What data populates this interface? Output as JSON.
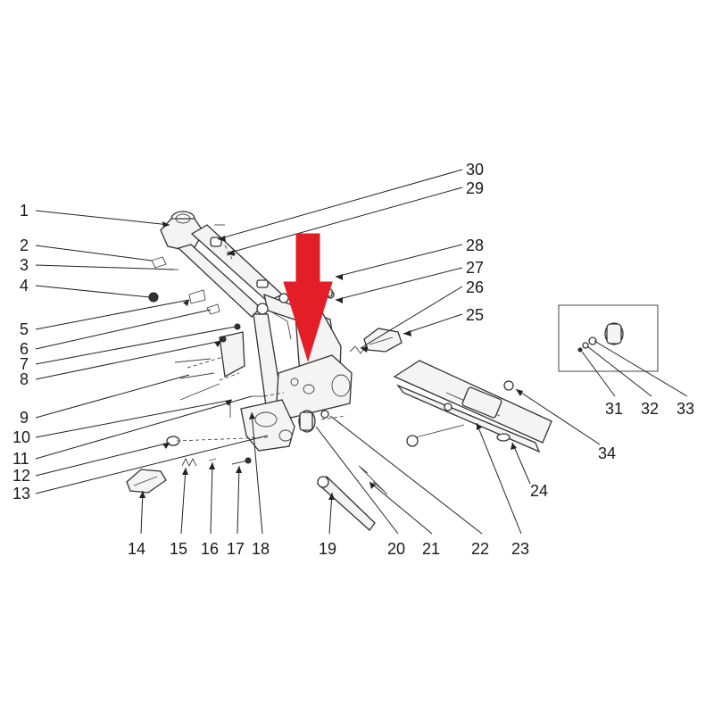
{
  "diagram": {
    "callouts": [
      {
        "id": "1",
        "text": "1"
      },
      {
        "id": "2",
        "text": "2"
      },
      {
        "id": "3",
        "text": "3"
      },
      {
        "id": "4",
        "text": "4"
      },
      {
        "id": "5",
        "text": "5"
      },
      {
        "id": "6",
        "text": "6"
      },
      {
        "id": "7",
        "text": "7"
      },
      {
        "id": "8",
        "text": "8"
      },
      {
        "id": "9",
        "text": "9"
      },
      {
        "id": "10",
        "text": "10"
      },
      {
        "id": "11",
        "text": "11"
      },
      {
        "id": "12",
        "text": "12"
      },
      {
        "id": "13",
        "text": "13"
      },
      {
        "id": "14",
        "text": "14"
      },
      {
        "id": "15",
        "text": "15"
      },
      {
        "id": "16",
        "text": "16"
      },
      {
        "id": "17",
        "text": "17"
      },
      {
        "id": "18",
        "text": "18"
      },
      {
        "id": "19",
        "text": "19"
      },
      {
        "id": "20",
        "text": "20"
      },
      {
        "id": "21",
        "text": "21"
      },
      {
        "id": "22",
        "text": "22"
      },
      {
        "id": "23",
        "text": "23"
      },
      {
        "id": "24",
        "text": "24"
      },
      {
        "id": "25",
        "text": "25"
      },
      {
        "id": "26",
        "text": "26"
      },
      {
        "id": "27",
        "text": "27"
      },
      {
        "id": "28",
        "text": "28"
      },
      {
        "id": "29",
        "text": "29"
      },
      {
        "id": "30",
        "text": "30"
      },
      {
        "id": "31",
        "text": "31"
      },
      {
        "id": "32",
        "text": "32"
      },
      {
        "id": "33",
        "text": "33"
      },
      {
        "id": "34",
        "text": "34"
      }
    ],
    "highlight_arrow_color": "#e41e26",
    "line_color": "#222222"
  }
}
